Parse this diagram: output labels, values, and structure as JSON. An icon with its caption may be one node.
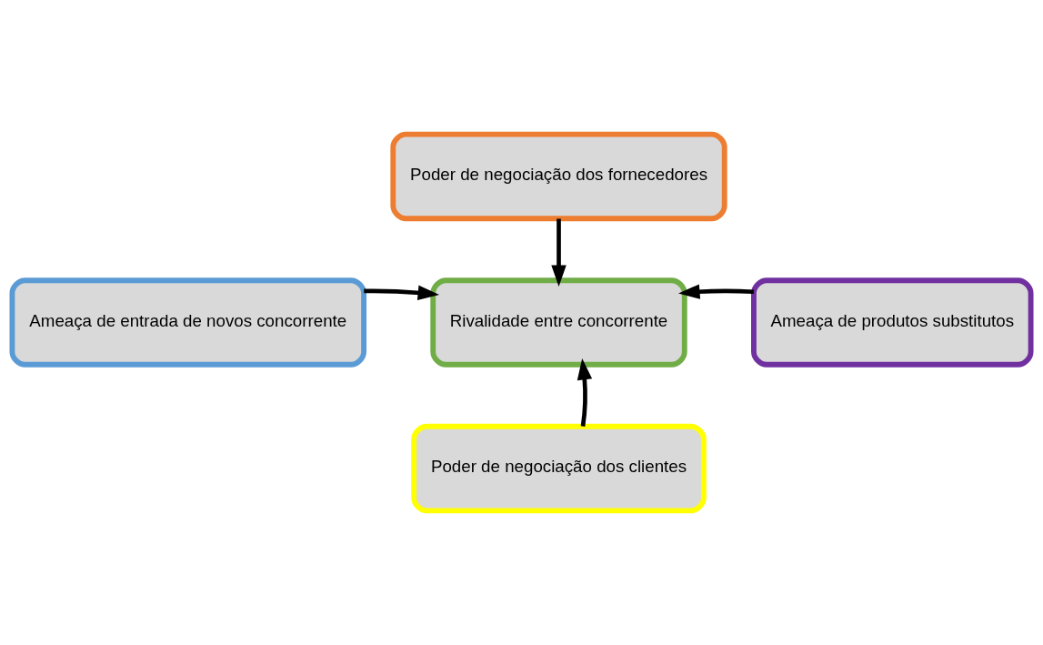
{
  "diagram": {
    "nodes": [
      {
        "text": [
          "Poder de negociação dos fornecedores"
        ]
      },
      {
        "text": [
          "Ameaça de entrada de novos concorrente"
        ]
      },
      {
        "text": [
          "Rivalidade entre concorrente"
        ]
      },
      {
        "text": [
          "Ameaça de produtos substitutos"
        ]
      },
      {
        "text": [
          "Poder de negociação dos clientes"
        ]
      }
    ],
    "edges": [
      {
        "from": 0,
        "to": 2,
        "arrow": "to"
      },
      {
        "from": 1,
        "to": 2,
        "arrow": "to"
      },
      {
        "from": 3,
        "to": 2,
        "arrow": "to"
      },
      {
        "from": 4,
        "to": 2,
        "arrow": "to"
      }
    ]
  }
}
